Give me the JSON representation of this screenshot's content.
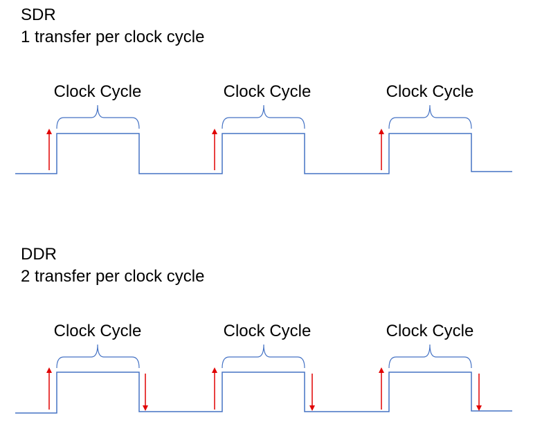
{
  "colors": {
    "wave": "#4472c4",
    "arrow": "#e00000",
    "brace": "#4472c4"
  },
  "sdr": {
    "title": "SDR",
    "subtitle": "1 transfer per clock cycle",
    "cycle_labels": [
      "Clock Cycle",
      "Clock Cycle",
      "Clock Cycle"
    ],
    "edges_used": [
      "rising"
    ]
  },
  "ddr": {
    "title": "DDR",
    "subtitle": "2 transfer per clock cycle",
    "cycle_labels": [
      "Clock Cycle",
      "Clock Cycle",
      "Clock Cycle"
    ],
    "edges_used": [
      "rising",
      "falling"
    ]
  }
}
